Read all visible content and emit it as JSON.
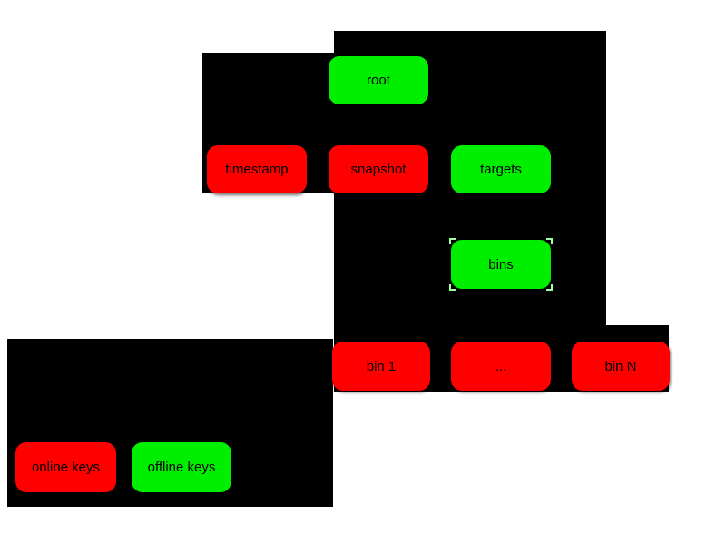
{
  "diagram": {
    "type": "tree-diagram",
    "colors": {
      "background": "#ffffff",
      "panel": "#000000",
      "node_red": "#ff0000",
      "node_green": "#00ee00",
      "node_text": "#000000",
      "selection_tick": "#9dff9d"
    },
    "nodes": [
      {
        "id": "root",
        "label": "root",
        "color": "green"
      },
      {
        "id": "timestamp",
        "label": "timestamp",
        "color": "red"
      },
      {
        "id": "snapshot",
        "label": "snapshot",
        "color": "red"
      },
      {
        "id": "targets",
        "label": "targets",
        "color": "green"
      },
      {
        "id": "bins",
        "label": "bins",
        "color": "green",
        "selected": true
      },
      {
        "id": "bin-1",
        "label": "bin 1",
        "color": "red"
      },
      {
        "id": "bin-ellipsis",
        "label": "...",
        "color": "red"
      },
      {
        "id": "bin-n",
        "label": "bin N",
        "color": "red"
      },
      {
        "id": "online-keys",
        "label": "online keys",
        "color": "red"
      },
      {
        "id": "offline-keys",
        "label": "offline keys",
        "color": "green"
      }
    ]
  }
}
